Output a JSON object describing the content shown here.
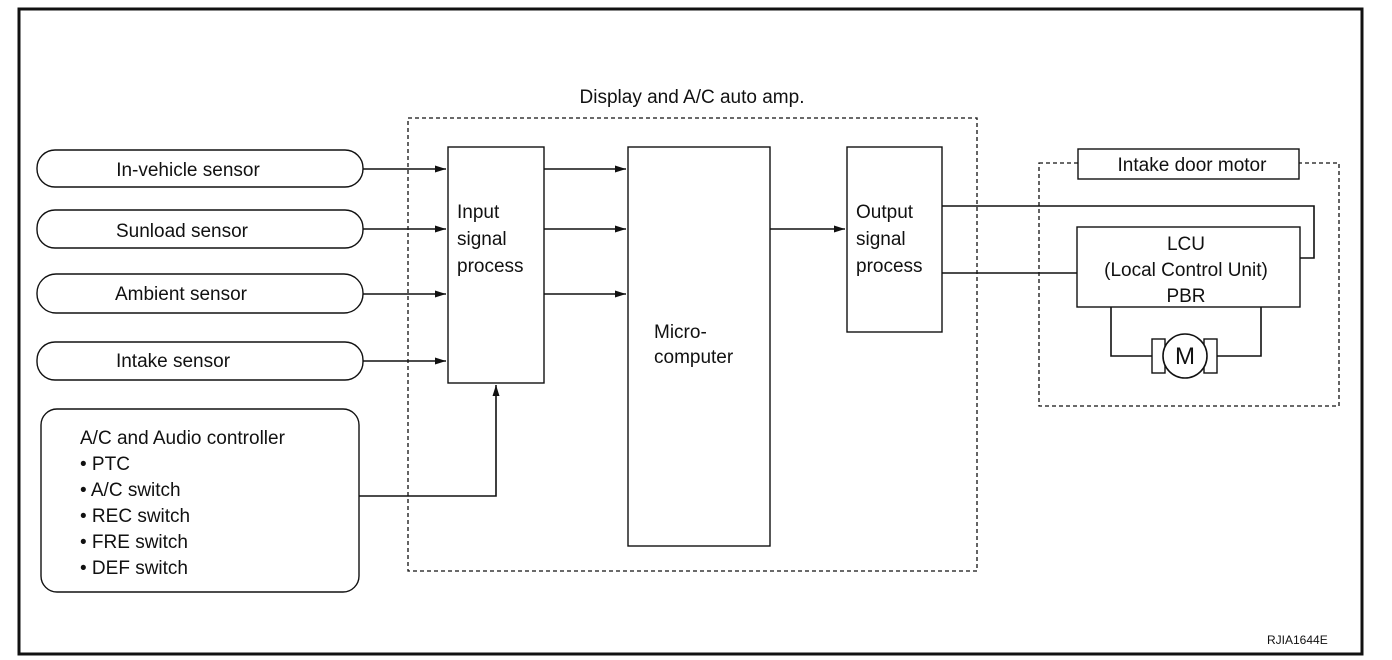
{
  "amp_title": "Display and A/C auto amp.",
  "sensors": [
    "In-vehicle sensor",
    "Sunload sensor",
    "Ambient sensor",
    "Intake sensor"
  ],
  "controller": {
    "title": "A/C and Audio controller",
    "items": [
      "• PTC",
      "• A/C switch",
      "• REC switch",
      "• FRE switch",
      "• DEF switch"
    ]
  },
  "input_block": [
    "Input",
    "signal",
    "process"
  ],
  "micro_block": [
    "Micro-",
    "computer"
  ],
  "output_block": [
    "Output",
    "signal",
    "process"
  ],
  "intake_motor": {
    "title": "Intake door motor",
    "lcu": [
      "LCU",
      "(Local Control Unit)",
      "PBR"
    ],
    "motor_symbol": "M"
  },
  "figure_id": "RJIA1644E"
}
